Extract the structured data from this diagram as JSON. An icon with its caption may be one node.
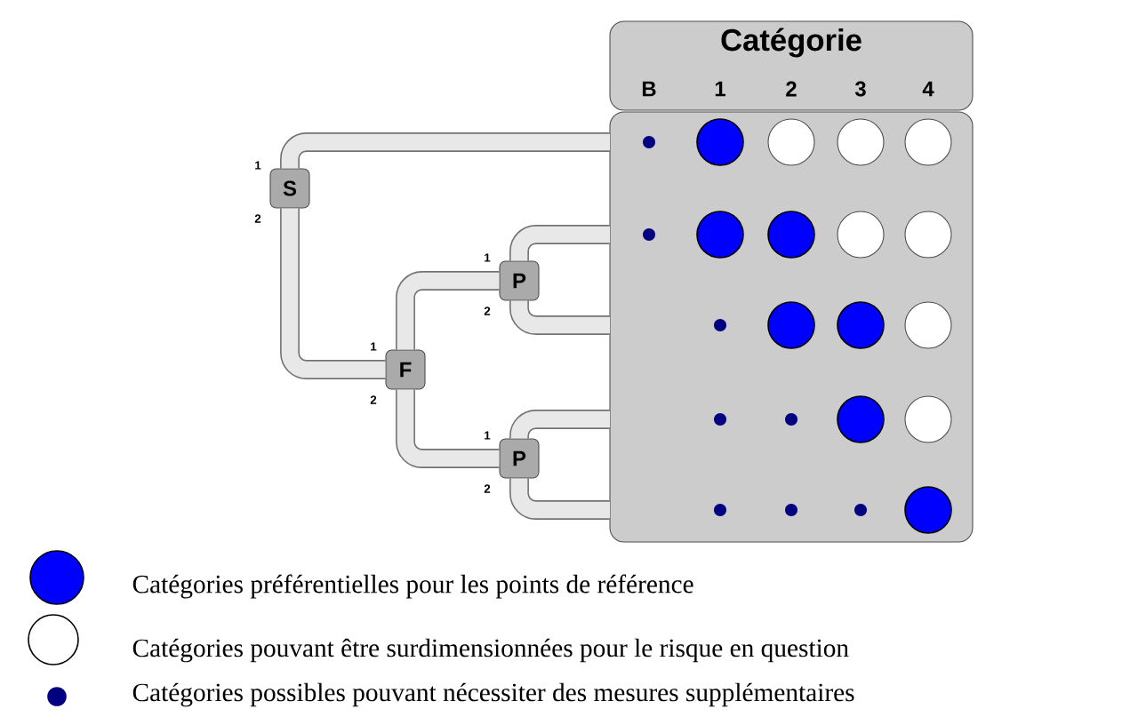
{
  "diagram": {
    "nodes": [
      {
        "text": [
          "Catégorie"
        ]
      },
      {
        "text": [],
        "shape": "box"
      },
      {
        "text": [
          "S"
        ],
        "beside": [
          "1",
          "2"
        ]
      },
      {
        "text": [
          "F"
        ],
        "beside": [
          "1",
          "2"
        ]
      },
      {
        "text": [
          "P"
        ],
        "beside": [
          "1",
          "2"
        ]
      },
      {
        "text": [
          "P"
        ],
        "beside": [
          "1",
          "2"
        ]
      }
    ],
    "edges": [
      {
        "from": 2,
        "to": 1,
        "arrow": "none"
      },
      {
        "from": 2,
        "to": 3,
        "arrow": "none"
      },
      {
        "from": 3,
        "to": 4,
        "arrow": "none"
      },
      {
        "from": 3,
        "to": 5,
        "arrow": "none"
      },
      {
        "from": 4,
        "to": 1,
        "arrow": "none"
      },
      {
        "from": 4,
        "to": 1,
        "arrow": "none"
      },
      {
        "from": 5,
        "to": 1,
        "arrow": "none"
      },
      {
        "from": 5,
        "to": 1,
        "arrow": "none"
      }
    ],
    "labels": [
      "B",
      "1",
      "2",
      "3",
      "4"
    ],
    "legend": [
      {
        "text": "Catégories préférentielles pour les points de référence",
        "color": "#0000ff"
      },
      {
        "text": "Catégories pouvant être surdimensionnées pour le risque en question"
      },
      {
        "text": "Catégories possibles pouvant nécessiter des mesures supplémentaires",
        "color": "#000080"
      }
    ]
  }
}
